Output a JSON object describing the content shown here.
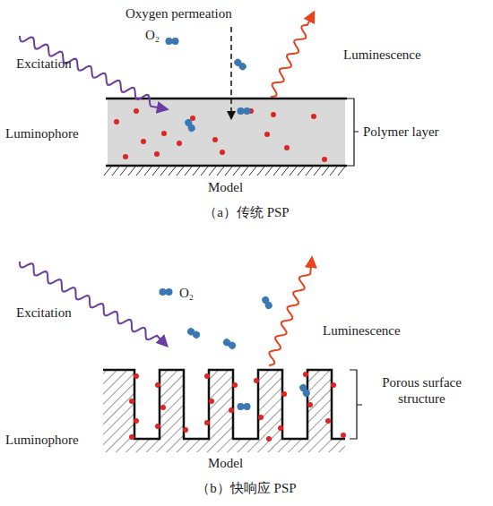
{
  "diagram": {
    "labels": [
      "Oxygen permeation",
      "O₂",
      "Excitation",
      "Luminescence",
      "Polymer layer",
      "Luminophore",
      "Model",
      "（a）传统 PSP",
      "O₂",
      "Excitation",
      "Luminescence",
      "Porous surface structure",
      "Luminophore",
      "Model",
      "（b）快响应 PSP"
    ]
  }
}
